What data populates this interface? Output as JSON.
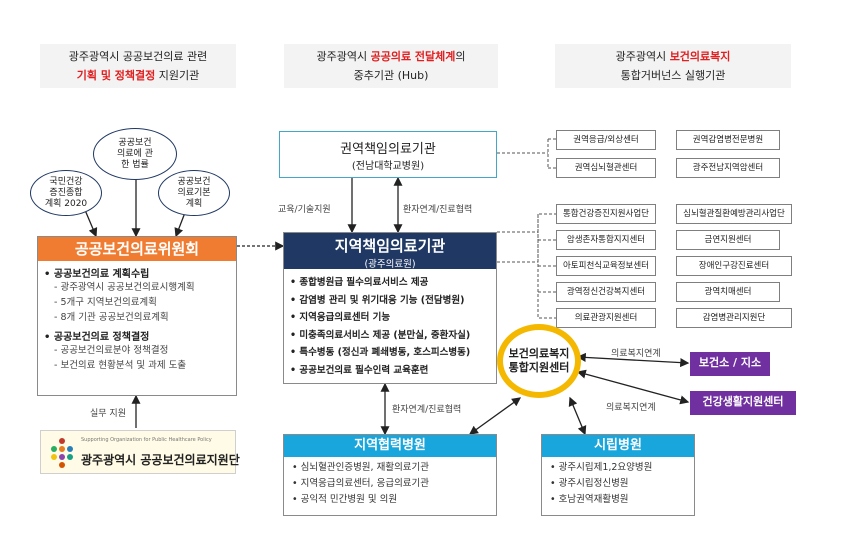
{
  "headers": {
    "left": {
      "line1": "광주광역시 공공보건의료 관련",
      "line2_pre": "",
      "line2_red1": "기획",
      "line2_mid": " 및 ",
      "line2_red2": "정책결정",
      "line2_post": " 지원기관"
    },
    "center": {
      "line1_pre": "광주광역시 ",
      "line1_red": "공공의료 전달체계",
      "line1_post": "의",
      "line2": "중추기관 (Hub)"
    },
    "right": {
      "line1_pre": "광주광역시 ",
      "line1_red": "보건의료복지",
      "line2": "통합거버넌스 실행기관"
    }
  },
  "circles": {
    "law": "공공보건\n의료에 관\n한 법률",
    "plan2020": "국민건강\n증진종합\n계획 2020",
    "basic": "공공보건\n의료기본\n계획"
  },
  "committee": {
    "title": "공공보건의료위원회",
    "sections": [
      {
        "heading": "공공보건의료 계획수립",
        "items": [
          "광주광역시 공공보건의료시행계획",
          "5개구 지역보건의료계획",
          "8개 기관 공공보건의료계획"
        ]
      },
      {
        "heading": "공공보건의료 정책결정",
        "items": [
          "공공보건의료분야 정책결정",
          "보건의료 현황분석 및 과제 도출"
        ]
      }
    ]
  },
  "support_label": "실무 지원",
  "support_org": {
    "title": "광주광역시 공공보건의료지원단",
    "subtitle": "Supporting Organization for Public Healthcare Policy"
  },
  "regional_resp": {
    "title": "권역책임의료기관",
    "sub": "(전남대학교병원)"
  },
  "edu_label": "교육/기술지원",
  "transfer_label_top": "환자연계/진료협력",
  "local_resp": {
    "title": "지역책임의료기관",
    "sub": "(광주의료원)",
    "items": [
      "종합병원급 필수의료서비스 제공",
      "감염병 관리 및 위기대응 기능 (전담병원)",
      "지역응급의료센터 기능",
      "미충족의료서비스 제공 (분만실, 중환자실)",
      "특수병동 (정신과 폐쇄병동, 호스피스병동)",
      "공공보건의료 필수인력 교육훈련"
    ]
  },
  "right_boxes_top": [
    [
      "권역응급/외상센터",
      "권역감염병전문병원"
    ],
    [
      "권역심뇌혈관센터",
      "광주전남지역암센터"
    ]
  ],
  "right_boxes_mid": [
    [
      "통합건강증진지원사업단",
      "심뇌혈관질환예방관리사업단"
    ],
    [
      "암생존자통합지지센터",
      "금연지원센터"
    ],
    [
      "아토피천식교육정보센터",
      "장애인구강진료센터"
    ],
    [
      "광역정신건강복지센터",
      "광역치매센터"
    ],
    [
      "의료관광지원센터",
      "감염병관리지원단"
    ]
  ],
  "hub": {
    "line1": "보건의료복지",
    "line2": "통합지원센터"
  },
  "welfare_label1": "의료복지연계",
  "welfare_label2": "의료복지연계",
  "health_center": "보건소 / 지소",
  "health_life_center": "건강생활지원센터",
  "transfer_label_bottom": "환자연계/진료협력",
  "regional_coop": {
    "title": "지역협력병원",
    "items": [
      "심뇌혈관인증병원, 재활의료기관",
      "지역응급의료센터, 응급의료기관",
      "공익적 민간병원 및 의원"
    ]
  },
  "city_hosp": {
    "title": "시립병원",
    "items": [
      "광주시립제1,2요양병원",
      "광주시립정신병원",
      "호남권역재활병원"
    ]
  },
  "colors": {
    "orange": "#f07c32",
    "navy": "#1f3864",
    "blue": "#18a6dc",
    "purple": "#7030a0",
    "gold": "#f5b800",
    "red": "#e02020"
  }
}
